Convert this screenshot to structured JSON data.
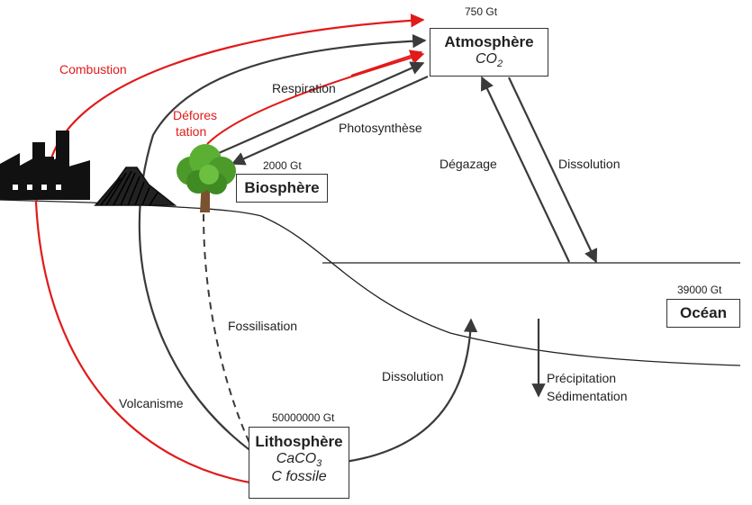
{
  "reservoirs": {
    "atmosphere": {
      "stock": "750 Gt",
      "name": "Atmosphère",
      "compound": "CO",
      "compound_sub": "2"
    },
    "biosphere": {
      "stock": "2000 Gt",
      "name": "Biosphère"
    },
    "ocean": {
      "stock": "39000 Gt",
      "name": "Océan"
    },
    "lithosphere": {
      "stock": "50000000 Gt",
      "name": "Lithosphère",
      "compound1": "CaCO",
      "compound1_sub": "3",
      "compound2": "C fossile"
    }
  },
  "fluxes": {
    "combustion": "Combustion",
    "deforestation_line1": "Défores",
    "deforestation_line2": "tation",
    "respiration": "Respiration",
    "photosynthesis": "Photosynthèse",
    "degassing": "Dégazage",
    "dissolution_atm": "Dissolution",
    "fossilisation": "Fossilisation",
    "dissolution_litho": "Dissolution",
    "volcanism": "Volcanisme",
    "precipitation": "Précipitation",
    "sedimentation": "Sédimentation"
  },
  "colors": {
    "anthropic": "#e11a1a",
    "natural": "#3a3a3a",
    "ground": "#222222"
  },
  "icons": [
    "factory-icon",
    "volcano-icon",
    "tree-icon"
  ]
}
